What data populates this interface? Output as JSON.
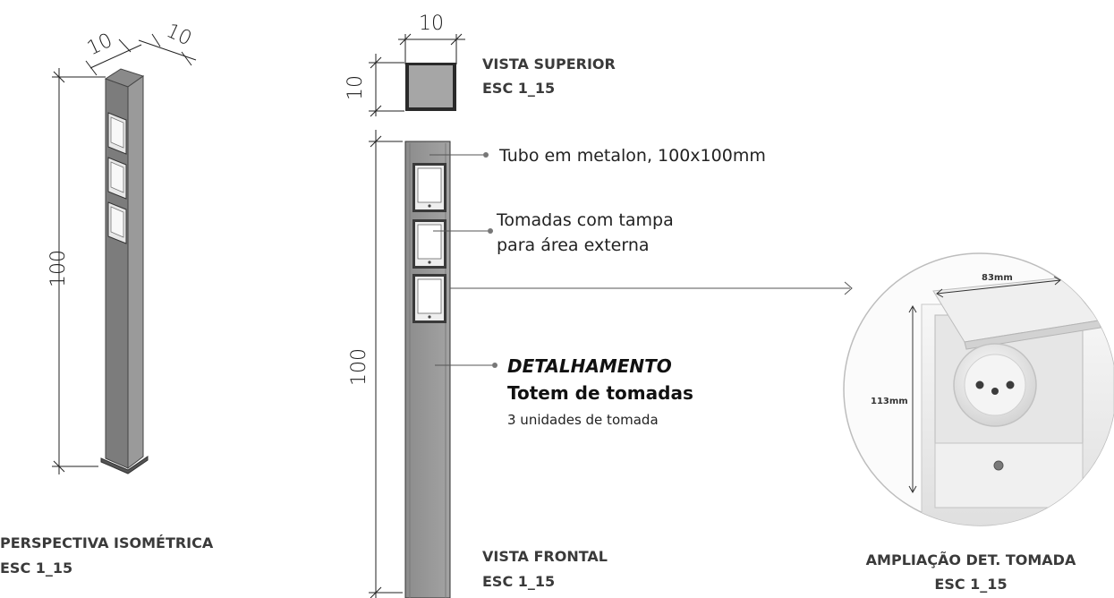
{
  "dimensions": {
    "iso_width": "10",
    "iso_depth": "10",
    "iso_height": "100",
    "top_width": "10",
    "top_depth": "10",
    "front_height": "100"
  },
  "views": {
    "isometric": {
      "title": "PERSPECTIVA ISOMÉTRICA",
      "scale": "ESC 1_15"
    },
    "top": {
      "title": "VISTA SUPERIOR",
      "scale": "ESC 1_15"
    },
    "front": {
      "title": "VISTA FRONTAL",
      "scale": "ESC 1_15"
    },
    "detail": {
      "title": "AMPLIAÇÃO DET. TOMADA",
      "scale": "ESC 1_15"
    }
  },
  "callouts": {
    "tube": "Tubo em metalon, 100x100mm",
    "sockets_line1": "Tomadas com tampa",
    "sockets_line2": "para área externa",
    "detail_heading": "DETALHAMENTO",
    "detail_name": "Totem de tomadas",
    "detail_units": "3 unidades de tomada"
  },
  "photo": {
    "width_label": "83mm",
    "height_label": "113mm"
  },
  "colors": {
    "metal": "#9b9b9b",
    "metal_dark": "#6f6f6f",
    "socket_white": "#f3f3f3",
    "line": "#555555"
  }
}
